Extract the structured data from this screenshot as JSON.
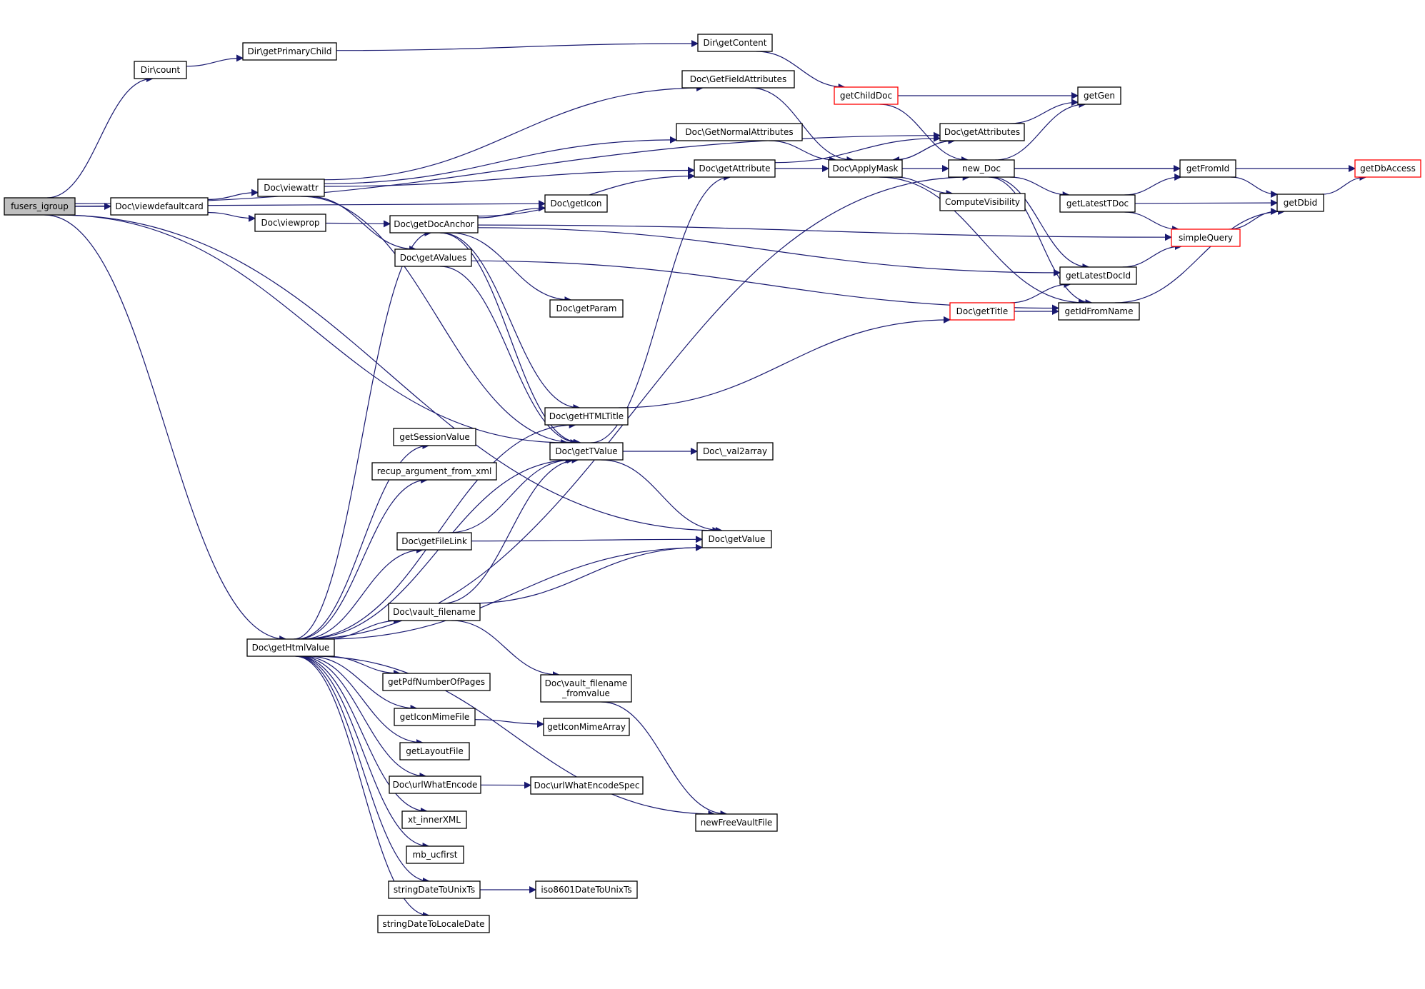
{
  "colors": {
    "edge": "#191970",
    "root_fill": "#bfbfbf",
    "red_border": "#ff0000",
    "border": "#000000"
  },
  "nodes": [
    {
      "id": "fusers_igroup",
      "lines": [
        "fusers_igroup"
      ],
      "style": "root"
    },
    {
      "id": "dir_count",
      "lines": [
        "Dir\\count"
      ]
    },
    {
      "id": "dir_getprimarychild",
      "lines": [
        "Dir\\getPrimaryChild"
      ]
    },
    {
      "id": "dir_getcontent",
      "lines": [
        "Dir\\getContent"
      ]
    },
    {
      "id": "doc_getfieldattributes",
      "lines": [
        "Doc\\GetFieldAttributes"
      ]
    },
    {
      "id": "getchilddoc",
      "lines": [
        "getChildDoc"
      ],
      "style": "red"
    },
    {
      "id": "getgen",
      "lines": [
        "getGen"
      ]
    },
    {
      "id": "doc_getnormalattributes",
      "lines": [
        "Doc\\GetNormalAttributes"
      ]
    },
    {
      "id": "doc_getattributes",
      "lines": [
        "Doc\\getAttributes"
      ]
    },
    {
      "id": "doc_viewattr",
      "lines": [
        "Doc\\viewattr"
      ]
    },
    {
      "id": "doc_getattribute",
      "lines": [
        "Doc\\getAttribute"
      ]
    },
    {
      "id": "doc_applymask",
      "lines": [
        "Doc\\ApplyMask"
      ]
    },
    {
      "id": "new_doc",
      "lines": [
        "new_Doc"
      ]
    },
    {
      "id": "getfromid",
      "lines": [
        "getFromId"
      ]
    },
    {
      "id": "getdbaccess",
      "lines": [
        "getDbAccess"
      ],
      "style": "red"
    },
    {
      "id": "doc_viewdefaultcard",
      "lines": [
        "Doc\\viewdefaultcard"
      ]
    },
    {
      "id": "doc_geticon",
      "lines": [
        "Doc\\getIcon"
      ]
    },
    {
      "id": "computevisibility",
      "lines": [
        "ComputeVisibility"
      ]
    },
    {
      "id": "getlatesttdoc",
      "lines": [
        "getLatestTDoc"
      ]
    },
    {
      "id": "getdbid",
      "lines": [
        "getDbid"
      ]
    },
    {
      "id": "doc_viewprop",
      "lines": [
        "Doc\\viewprop"
      ]
    },
    {
      "id": "doc_getdocanchor",
      "lines": [
        "Doc\\getDocAnchor"
      ]
    },
    {
      "id": "simplequery",
      "lines": [
        "simpleQuery"
      ],
      "style": "red"
    },
    {
      "id": "doc_getavalues",
      "lines": [
        "Doc\\getAValues"
      ]
    },
    {
      "id": "getlatestdocid",
      "lines": [
        "getLatestDocId"
      ]
    },
    {
      "id": "doc_getparam",
      "lines": [
        "Doc\\getParam"
      ]
    },
    {
      "id": "doc_gettitle",
      "lines": [
        "Doc\\getTitle"
      ],
      "style": "red"
    },
    {
      "id": "getidfromname",
      "lines": [
        "getIdFromName"
      ]
    },
    {
      "id": "doc_gethtmltitle",
      "lines": [
        "Doc\\getHTMLTitle"
      ]
    },
    {
      "id": "getsessionvalue",
      "lines": [
        "getSessionValue"
      ]
    },
    {
      "id": "doc_gettvalue",
      "lines": [
        "Doc\\getTValue"
      ]
    },
    {
      "id": "doc_val2array",
      "lines": [
        "Doc\\_val2array"
      ]
    },
    {
      "id": "recup_argument_from_xml",
      "lines": [
        "recup_argument_from_xml"
      ]
    },
    {
      "id": "doc_getfilelink",
      "lines": [
        "Doc\\getFileLink"
      ]
    },
    {
      "id": "doc_getvalue",
      "lines": [
        "Doc\\getValue"
      ]
    },
    {
      "id": "doc_vault_filename",
      "lines": [
        "Doc\\vault_filename"
      ]
    },
    {
      "id": "doc_gethtmlvalue",
      "lines": [
        "Doc\\getHtmlValue"
      ]
    },
    {
      "id": "getpdfnumberofpages",
      "lines": [
        "getPdfNumberOfPages"
      ]
    },
    {
      "id": "doc_vault_filename_fromvalue",
      "lines": [
        "Doc\\vault_filename",
        "_fromvalue"
      ]
    },
    {
      "id": "geticonmimefile",
      "lines": [
        "getIconMimeFile"
      ]
    },
    {
      "id": "geticonmimearray",
      "lines": [
        "getIconMimeArray"
      ]
    },
    {
      "id": "getlayoutfile",
      "lines": [
        "getLayoutFile"
      ]
    },
    {
      "id": "doc_urlwhatencode",
      "lines": [
        "Doc\\urlWhatEncode"
      ]
    },
    {
      "id": "doc_urlwhatencodespec",
      "lines": [
        "Doc\\urlWhatEncodeSpec"
      ]
    },
    {
      "id": "xt_innerxml",
      "lines": [
        "xt_innerXML"
      ]
    },
    {
      "id": "newfreevaultfile",
      "lines": [
        "newFreeVaultFile"
      ]
    },
    {
      "id": "mb_ucfirst",
      "lines": [
        "mb_ucfirst"
      ]
    },
    {
      "id": "stringdatetounixts",
      "lines": [
        "stringDateToUnixTs"
      ]
    },
    {
      "id": "iso8601datetounixts",
      "lines": [
        "iso8601DateToUnixTs"
      ]
    },
    {
      "id": "stringdatetolocaledate",
      "lines": [
        "stringDateToLocaleDate"
      ]
    }
  ],
  "edges": [
    {
      "from": "fusers_igroup",
      "to": "dir_count"
    },
    {
      "from": "fusers_igroup",
      "to": "doc_getattributes"
    },
    {
      "from": "fusers_igroup",
      "to": "doc_viewdefaultcard"
    },
    {
      "from": "fusers_igroup",
      "to": "doc_geticon"
    },
    {
      "from": "fusers_igroup",
      "to": "doc_gettvalue"
    },
    {
      "from": "fusers_igroup",
      "to": "doc_getvalue"
    },
    {
      "from": "fusers_igroup",
      "to": "doc_gethtmlvalue"
    },
    {
      "from": "dir_count",
      "to": "dir_getprimarychild"
    },
    {
      "from": "dir_getprimarychild",
      "to": "dir_getcontent"
    },
    {
      "from": "dir_getcontent",
      "to": "getchilddoc"
    },
    {
      "from": "getchilddoc",
      "to": "getgen"
    },
    {
      "from": "getchilddoc",
      "to": "new_doc"
    },
    {
      "from": "doc_viewdefaultcard",
      "to": "doc_viewattr"
    },
    {
      "from": "doc_viewdefaultcard",
      "to": "doc_viewprop"
    },
    {
      "from": "doc_viewattr",
      "to": "doc_getfieldattributes"
    },
    {
      "from": "doc_viewattr",
      "to": "doc_getnormalattributes"
    },
    {
      "from": "doc_viewattr",
      "to": "doc_getattribute"
    },
    {
      "from": "doc_viewattr",
      "to": "doc_getavalues"
    },
    {
      "from": "doc_viewattr",
      "to": "doc_gettvalue"
    },
    {
      "from": "doc_viewprop",
      "to": "doc_getdocanchor"
    },
    {
      "from": "doc_getfieldattributes",
      "to": "doc_applymask"
    },
    {
      "from": "doc_getnormalattributes",
      "to": "doc_applymask"
    },
    {
      "from": "doc_getattribute",
      "to": "doc_applymask"
    },
    {
      "from": "doc_getattribute",
      "to": "doc_getattributes"
    },
    {
      "from": "doc_applymask",
      "to": "doc_getattributes"
    },
    {
      "from": "doc_applymask",
      "to": "new_doc"
    },
    {
      "from": "doc_applymask",
      "to": "computevisibility"
    },
    {
      "from": "doc_applymask",
      "to": "getidfromname"
    },
    {
      "from": "doc_getattributes",
      "to": "getgen"
    },
    {
      "from": "doc_getattributes",
      "to": "doc_applymask"
    },
    {
      "from": "new_doc",
      "to": "getgen"
    },
    {
      "from": "new_doc",
      "to": "getdbaccess"
    },
    {
      "from": "new_doc",
      "to": "getfromid"
    },
    {
      "from": "new_doc",
      "to": "getlatesttdoc"
    },
    {
      "from": "new_doc",
      "to": "getlatestdocid"
    },
    {
      "from": "new_doc",
      "to": "getidfromname"
    },
    {
      "from": "getfromid",
      "to": "getdbid"
    },
    {
      "from": "getlatesttdoc",
      "to": "getfromid"
    },
    {
      "from": "getlatesttdoc",
      "to": "getdbid"
    },
    {
      "from": "getlatesttdoc",
      "to": "simplequery"
    },
    {
      "from": "getdbid",
      "to": "getdbaccess"
    },
    {
      "from": "simplequery",
      "to": "getdbid"
    },
    {
      "from": "getlatestdocid",
      "to": "simplequery"
    },
    {
      "from": "getidfromname",
      "to": "getdbid"
    },
    {
      "from": "doc_gettitle",
      "to": "getlatestdocid"
    },
    {
      "from": "doc_gettitle",
      "to": "getidfromname"
    },
    {
      "from": "doc_getdocanchor",
      "to": "doc_geticon"
    },
    {
      "from": "doc_getdocanchor",
      "to": "simplequery"
    },
    {
      "from": "doc_getdocanchor",
      "to": "getlatestdocid"
    },
    {
      "from": "doc_getdocanchor",
      "to": "doc_getparam"
    },
    {
      "from": "doc_getdocanchor",
      "to": "doc_getattribute"
    },
    {
      "from": "doc_getdocanchor",
      "to": "doc_gethtmltitle"
    },
    {
      "from": "doc_getdocanchor",
      "to": "doc_gettvalue"
    },
    {
      "from": "doc_getavalues",
      "to": "doc_gettvalue"
    },
    {
      "from": "doc_getavalues",
      "to": "getidfromname"
    },
    {
      "from": "doc_gethtmltitle",
      "to": "doc_gettitle"
    },
    {
      "from": "doc_gettvalue",
      "to": "doc_getattribute"
    },
    {
      "from": "doc_gettvalue",
      "to": "doc_val2array"
    },
    {
      "from": "doc_gettvalue",
      "to": "doc_getvalue"
    },
    {
      "from": "doc_getfilelink",
      "to": "doc_gettvalue"
    },
    {
      "from": "doc_getfilelink",
      "to": "doc_getvalue"
    },
    {
      "from": "doc_vault_filename",
      "to": "doc_gettvalue"
    },
    {
      "from": "doc_vault_filename",
      "to": "doc_getvalue"
    },
    {
      "from": "doc_vault_filename",
      "to": "doc_vault_filename_fromvalue"
    },
    {
      "from": "doc_vault_filename_fromvalue",
      "to": "newfreevaultfile"
    },
    {
      "from": "doc_gethtmlvalue",
      "to": "doc_getdocanchor"
    },
    {
      "from": "doc_gethtmlvalue",
      "to": "doc_gettvalue"
    },
    {
      "from": "doc_gethtmlvalue",
      "to": "doc_gethtmltitle"
    },
    {
      "from": "doc_gethtmlvalue",
      "to": "getsessionvalue"
    },
    {
      "from": "doc_gethtmlvalue",
      "to": "recup_argument_from_xml"
    },
    {
      "from": "doc_gethtmlvalue",
      "to": "doc_getfilelink"
    },
    {
      "from": "doc_gethtmlvalue",
      "to": "doc_getvalue"
    },
    {
      "from": "doc_gethtmlvalue",
      "to": "doc_vault_filename"
    },
    {
      "from": "doc_gethtmlvalue",
      "to": "new_doc"
    },
    {
      "from": "doc_gethtmlvalue",
      "to": "getpdfnumberofpages"
    },
    {
      "from": "doc_gethtmlvalue",
      "to": "geticonmimefile"
    },
    {
      "from": "doc_gethtmlvalue",
      "to": "getlayoutfile"
    },
    {
      "from": "doc_gethtmlvalue",
      "to": "doc_urlwhatencode"
    },
    {
      "from": "doc_gethtmlvalue",
      "to": "xt_innerxml"
    },
    {
      "from": "doc_gethtmlvalue",
      "to": "mb_ucfirst"
    },
    {
      "from": "doc_gethtmlvalue",
      "to": "stringdatetounixts"
    },
    {
      "from": "doc_gethtmlvalue",
      "to": "stringdatetolocaledate"
    },
    {
      "from": "doc_gethtmlvalue",
      "to": "newfreevaultfile"
    },
    {
      "from": "geticonmimefile",
      "to": "geticonmimearray"
    },
    {
      "from": "doc_urlwhatencode",
      "to": "doc_urlwhatencodespec"
    },
    {
      "from": "stringdatetounixts",
      "to": "iso8601datetounixts"
    }
  ]
}
